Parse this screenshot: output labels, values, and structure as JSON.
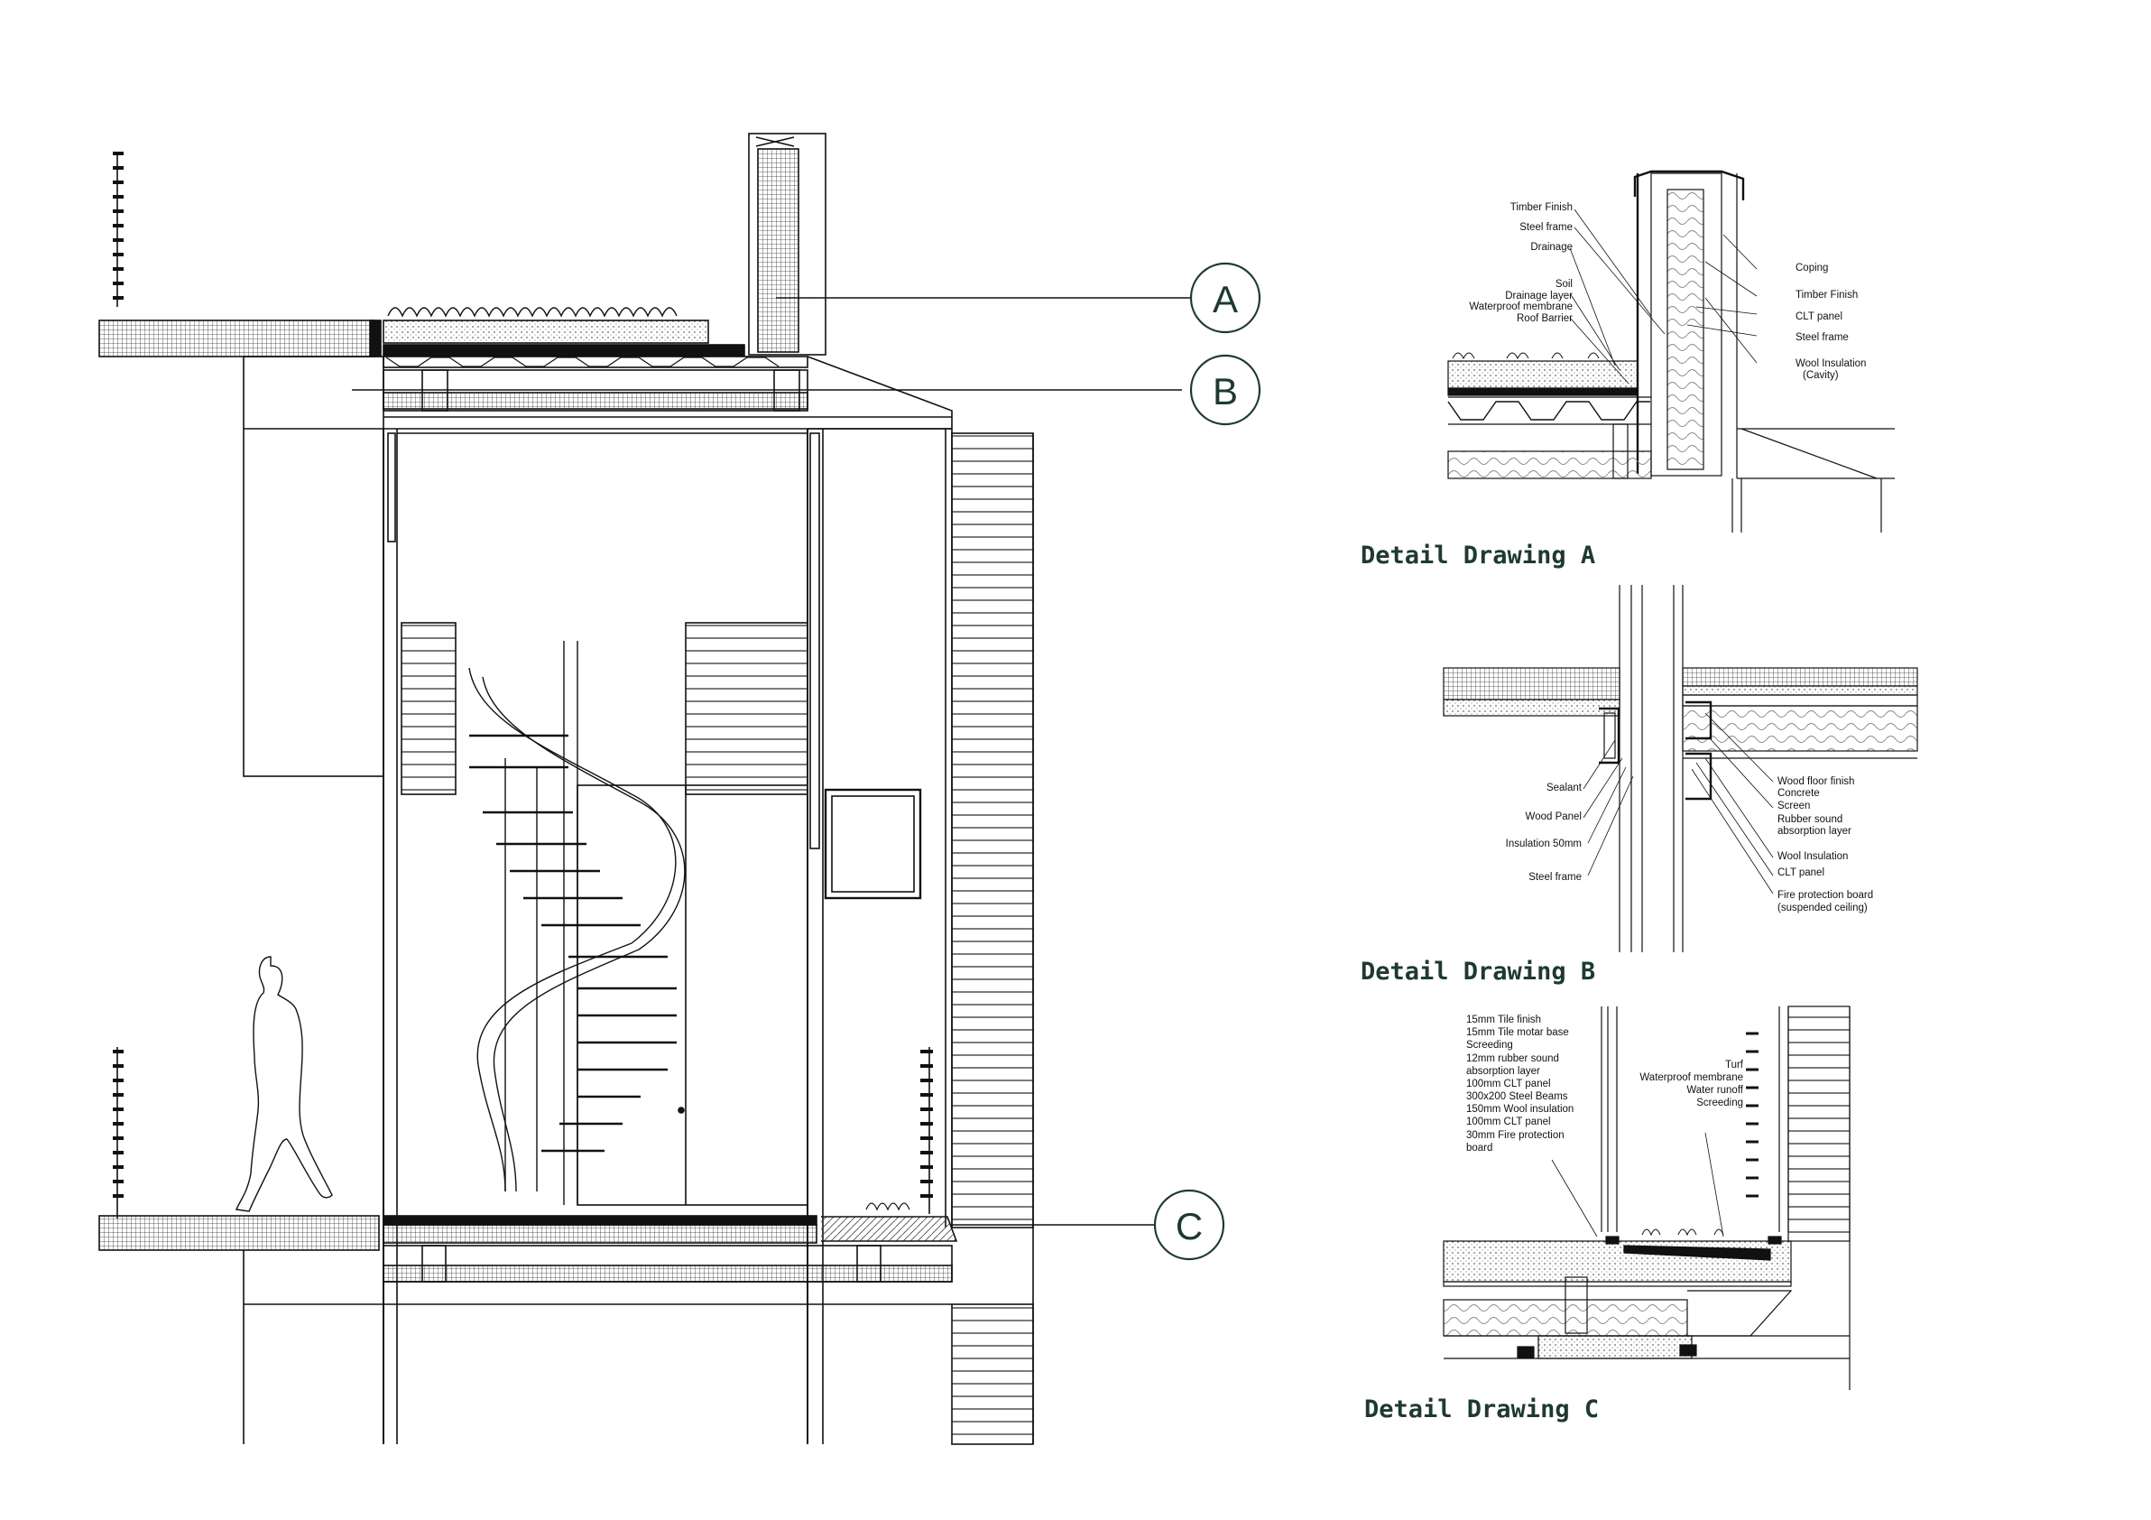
{
  "section": {
    "markers": [
      {
        "id": "A",
        "letter": "A"
      },
      {
        "id": "B",
        "letter": "B"
      },
      {
        "id": "C",
        "letter": "C"
      }
    ]
  },
  "details": {
    "a": {
      "title": "Detail Drawing A",
      "labels_left": [
        "Timber Finish",
        "Steel frame",
        "Drainage",
        "Soil",
        "Drainage layer",
        "Waterproof membrane",
        "Roof Barrier"
      ],
      "labels_right": [
        "Coping",
        "Timber Finish",
        "CLT panel",
        "Steel frame",
        "Wool Insulation",
        "(Cavity)"
      ]
    },
    "b": {
      "title": "Detail Drawing B",
      "labels_left": [
        "Sealant",
        "Wood Panel",
        "Insulation 50mm",
        "Steel frame"
      ],
      "labels_right": [
        "Wood floor finish",
        "Concrete",
        "Screen",
        "Rubber sound",
        "absorption layer",
        "Wool Insulation",
        "CLT panel",
        "Fire protection board",
        "(suspended ceiling)"
      ]
    },
    "c": {
      "title": "Detail Drawing C",
      "labels_left": [
        "15mm Tile finish",
        "15mm Tile motar base",
        "Screeding",
        "12mm rubber sound",
        "absorption layer",
        "100mm CLT panel",
        "300x200 Steel Beams",
        "150mm Wool insulation",
        "100mm CLT panel",
        "30mm Fire protection",
        "board"
      ],
      "labels_right": [
        "Turf",
        "Waterproof membrane",
        "Water runoff",
        "Screeding"
      ]
    }
  },
  "colors": {
    "ink": "#111111",
    "accent": "#1e3a30",
    "hatch": "#555555"
  }
}
